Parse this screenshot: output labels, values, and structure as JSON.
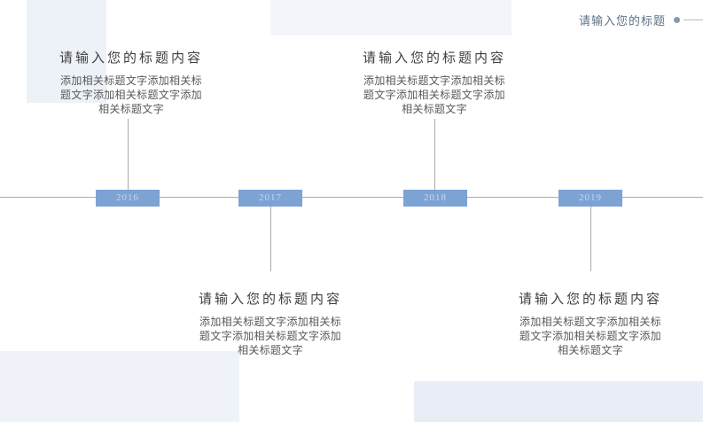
{
  "slide_header": {
    "title": "请输入您的标题"
  },
  "timeline": {
    "type": "horizontal-timeline",
    "events": [
      {
        "year": "2016",
        "side": "top",
        "title": "请输入您的标题内容",
        "body": "添加相关标题文字添加相关标题文字添加相关标题文字添加相关标题文字"
      },
      {
        "year": "2017",
        "side": "bottom",
        "title": "请输入您的标题内容",
        "body": "添加相关标题文字添加相关标题文字添加相关标题文字添加相关标题文字"
      },
      {
        "year": "2018",
        "side": "top",
        "title": "请输入您的标题内容",
        "body": "添加相关标题文字添加相关标题文字添加相关标题文字添加相关标题文字"
      },
      {
        "year": "2019",
        "side": "bottom",
        "title": "请输入您的标题内容",
        "body": "添加相关标题文字添加相关标题文字添加相关标题文字添加相关标题文字"
      }
    ]
  },
  "colors": {
    "year_box_fill": "#7da2d4",
    "year_box_text": "#c9d8ee",
    "timeline_line": "#ababab",
    "connector_line": "#a9a9a9",
    "title_text": "#3f3f3f",
    "body_text": "#595959",
    "corner_text": "#5d7186",
    "corner_dot": "#8799b3",
    "background_shape": "#edf1f8"
  }
}
